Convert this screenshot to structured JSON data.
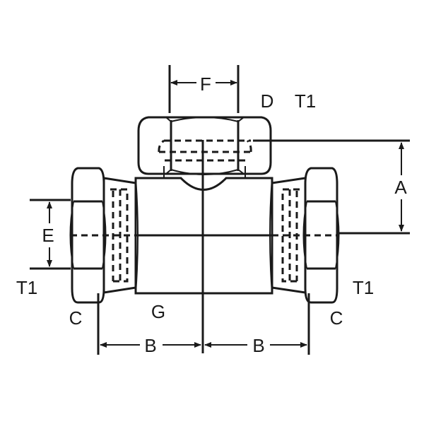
{
  "labels": {
    "F": "F",
    "D": "D",
    "T1_top": "T1",
    "A": "A",
    "E": "E",
    "T1_left": "T1",
    "T1_right": "T1",
    "C_left": "C",
    "C_right": "C",
    "G": "G",
    "B_left": "B",
    "B_right": "B"
  },
  "colors": {
    "line": "#1a1a1a",
    "background": "#ffffff"
  }
}
